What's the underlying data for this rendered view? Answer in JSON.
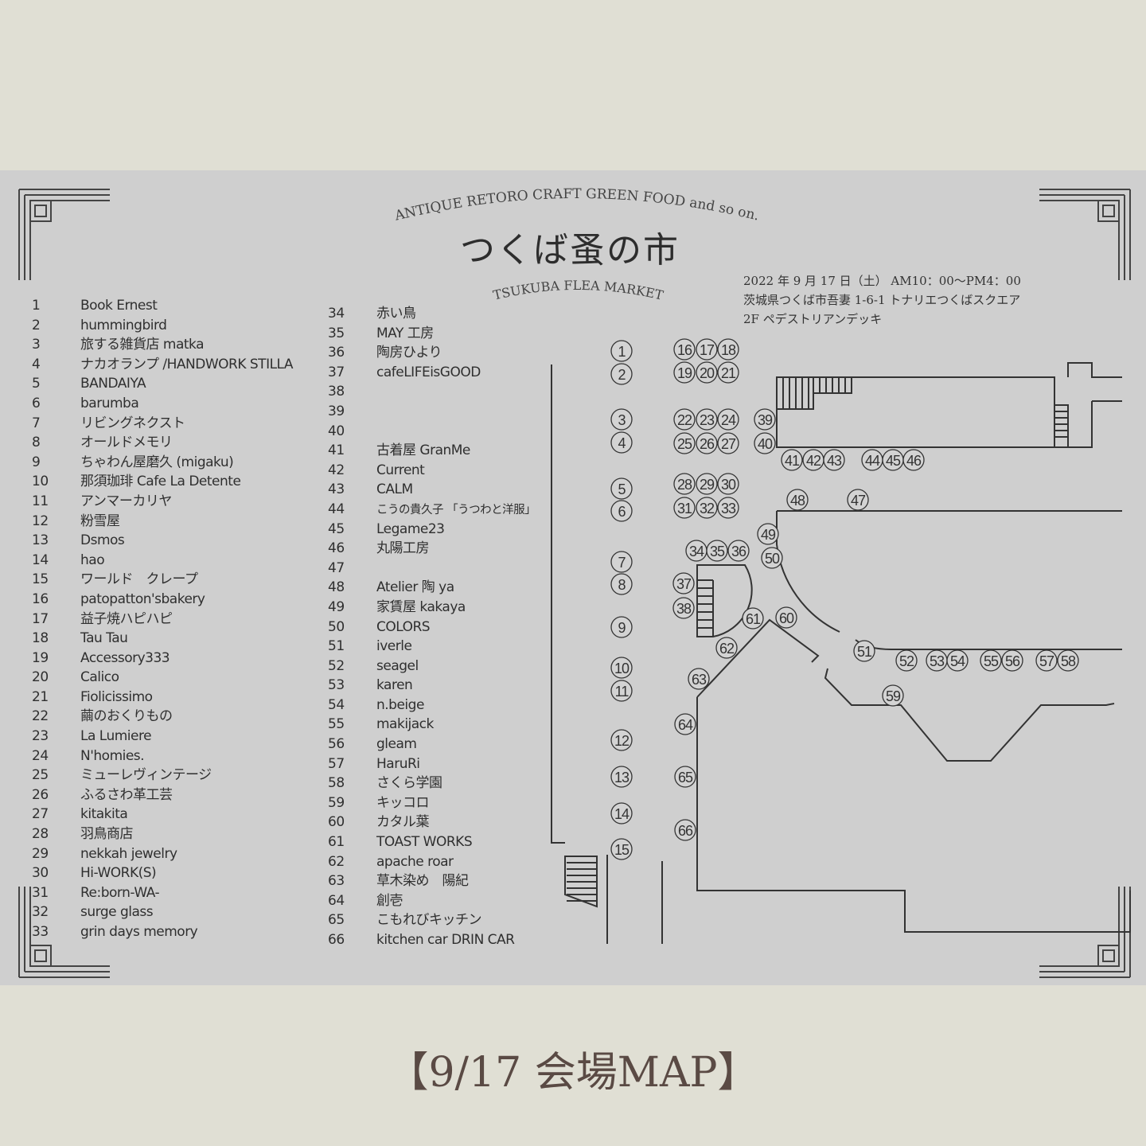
{
  "header": {
    "arc_top": "ANTIQUE RETORO CRAFT GREEN FOOD and so on.",
    "title": "つくば蚤の市",
    "arc_bottom": "TSUKUBA FLEA MARKET"
  },
  "event": {
    "date_time": "2022 年 9 月 17 日（土） AM10：00〜PM4：00",
    "address": "茨城県つくば市吾妻 1-6-1 トナリエつくばスクエア",
    "floor": "2F ペデストリアンデッキ"
  },
  "vendors_left": [
    {
      "no": "1",
      "name": "Book Ernest"
    },
    {
      "no": "2",
      "name": "hummingbird"
    },
    {
      "no": "3",
      "name": "旅する雑貨店 matka"
    },
    {
      "no": "4",
      "name": "ナカオランプ /HANDWORK STILLA"
    },
    {
      "no": "5",
      "name": "BANDAIYA"
    },
    {
      "no": "6",
      "name": "barumba"
    },
    {
      "no": "7",
      "name": "リビングネクスト"
    },
    {
      "no": "8",
      "name": "オールドメモリ"
    },
    {
      "no": "9",
      "name": "ちゃわん屋磨久 (migaku)"
    },
    {
      "no": "10",
      "name": "那須珈琲 Cafe La Detente"
    },
    {
      "no": "11",
      "name": "アンマーカリヤ"
    },
    {
      "no": "12",
      "name": "粉雪屋"
    },
    {
      "no": "13",
      "name": "Dsmos"
    },
    {
      "no": "14",
      "name": "hao"
    },
    {
      "no": "15",
      "name": "ワールド　クレープ"
    },
    {
      "no": "16",
      "name": "patopatton'sbakery"
    },
    {
      "no": "17",
      "name": "益子焼ハピハピ"
    },
    {
      "no": "18",
      "name": "Tau Tau"
    },
    {
      "no": "19",
      "name": "Accessory333"
    },
    {
      "no": "20",
      "name": "Calico"
    },
    {
      "no": "21",
      "name": "Fiolicissimo"
    },
    {
      "no": "22",
      "name": "繭のおくりもの"
    },
    {
      "no": "23",
      "name": "La Lumiere"
    },
    {
      "no": "24",
      "name": "N'homies."
    },
    {
      "no": "25",
      "name": "ミューレヴィンテージ"
    },
    {
      "no": "26",
      "name": "ふるさわ革工芸"
    },
    {
      "no": "27",
      "name": "kitakita"
    },
    {
      "no": "28",
      "name": "羽鳥商店"
    },
    {
      "no": "29",
      "name": "nekkah jewelry"
    },
    {
      "no": "30",
      "name": "Hi-WORK(S)"
    },
    {
      "no": "31",
      "name": "Re:born-WA-"
    },
    {
      "no": "32",
      "name": "surge glass"
    },
    {
      "no": "33",
      "name": "grin days memory"
    }
  ],
  "vendors_mid": [
    {
      "no": "34",
      "name": "赤い鳥"
    },
    {
      "no": "35",
      "name": "MAY 工房"
    },
    {
      "no": "36",
      "name": "陶房ひより"
    },
    {
      "no": "37",
      "name": "cafeLIFEisGOOD"
    },
    {
      "no": "38",
      "name": ""
    },
    {
      "no": "39",
      "name": ""
    },
    {
      "no": "40",
      "name": ""
    },
    {
      "no": "41",
      "name": "古着屋 GranMe"
    },
    {
      "no": "42",
      "name": "Current"
    },
    {
      "no": "43",
      "name": "CALM"
    },
    {
      "no": "44",
      "name": "こうの貴久子 「うつわと洋服」"
    },
    {
      "no": "45",
      "name": "Legame23"
    },
    {
      "no": "46",
      "name": "丸陽工房"
    },
    {
      "no": "47",
      "name": ""
    },
    {
      "no": "48",
      "name": "Atelier 陶 ya"
    },
    {
      "no": "49",
      "name": "家賃屋 kakaya"
    },
    {
      "no": "50",
      "name": "COLORS"
    },
    {
      "no": "51",
      "name": "iverle"
    },
    {
      "no": "52",
      "name": "seagel"
    },
    {
      "no": "53",
      "name": "karen"
    },
    {
      "no": "54",
      "name": "n.beige"
    },
    {
      "no": "55",
      "name": "makijack"
    },
    {
      "no": "56",
      "name": "gleam"
    },
    {
      "no": "57",
      "name": "HaruRi"
    },
    {
      "no": "58",
      "name": "さくら学園"
    },
    {
      "no": "59",
      "name": "キッコロ"
    },
    {
      "no": "60",
      "name": "カタル葉"
    },
    {
      "no": "61",
      "name": "TOAST WORKS"
    },
    {
      "no": "62",
      "name": "apache roar"
    },
    {
      "no": "63",
      "name": "草木染め　陽紀"
    },
    {
      "no": "64",
      "name": "創壱"
    },
    {
      "no": "65",
      "name": "こもれびキッチン"
    },
    {
      "no": "66",
      "name": "kitchen car DRIN CAR"
    }
  ],
  "stall_numbers": [
    "1",
    "2",
    "3",
    "4",
    "5",
    "6",
    "7",
    "8",
    "9",
    "10",
    "11",
    "12",
    "13",
    "14",
    "15",
    "16",
    "17",
    "18",
    "19",
    "20",
    "21",
    "22",
    "23",
    "24",
    "25",
    "26",
    "27",
    "28",
    "29",
    "30",
    "31",
    "32",
    "33",
    "34",
    "35",
    "36",
    "37",
    "38",
    "39",
    "40",
    "41",
    "42",
    "43",
    "44",
    "45",
    "46",
    "47",
    "48",
    "49",
    "50",
    "51",
    "52",
    "53",
    "54",
    "55",
    "56",
    "57",
    "58",
    "59",
    "60",
    "61",
    "62",
    "63",
    "64",
    "65",
    "66"
  ],
  "caption": "【9/17 会場MAP】"
}
